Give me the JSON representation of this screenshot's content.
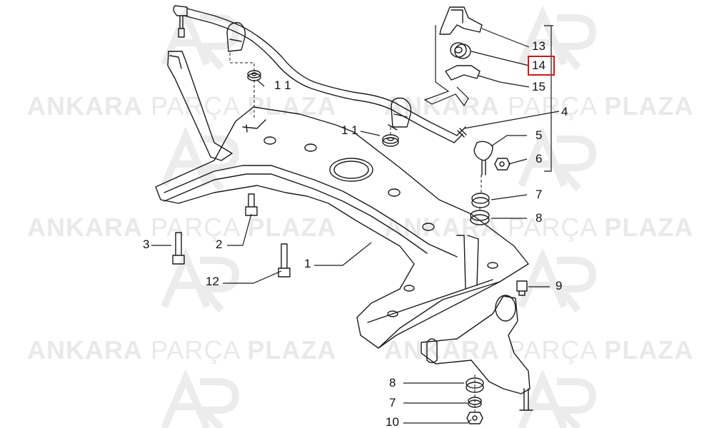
{
  "watermark": {
    "word1": "ANKARA",
    "word2": "PARÇA",
    "word3": "PLAZA"
  },
  "diagram": {
    "highlighted_callout": "14",
    "callouts": [
      {
        "id": "c1",
        "text": "1"
      },
      {
        "id": "c2",
        "text": "2"
      },
      {
        "id": "c3",
        "text": "3"
      },
      {
        "id": "c4",
        "text": "4"
      },
      {
        "id": "c5",
        "text": "5"
      },
      {
        "id": "c6",
        "text": "6"
      },
      {
        "id": "c7a",
        "text": "7"
      },
      {
        "id": "c8a",
        "text": "8"
      },
      {
        "id": "c9",
        "text": "9"
      },
      {
        "id": "c10",
        "text": "10"
      },
      {
        "id": "c11a",
        "text": "1 1"
      },
      {
        "id": "c11b",
        "text": "1 1"
      },
      {
        "id": "c12",
        "text": "12"
      },
      {
        "id": "c13",
        "text": "13"
      },
      {
        "id": "c14",
        "text": "14"
      },
      {
        "id": "c15",
        "text": "15"
      },
      {
        "id": "c8b",
        "text": "8"
      },
      {
        "id": "c7b",
        "text": "7"
      }
    ]
  },
  "colors": {
    "line": "#1a1a1a",
    "highlight": "#d01818",
    "watermark": "#e9e9e9"
  }
}
